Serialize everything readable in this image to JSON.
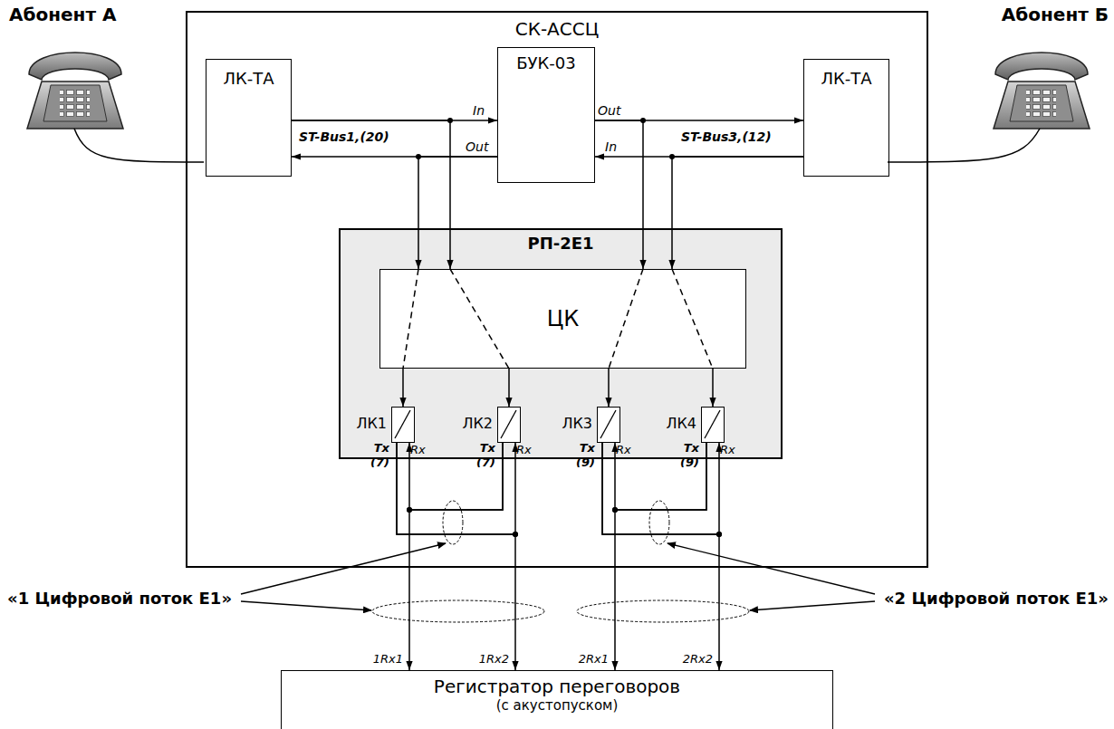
{
  "diagram": {
    "nodes": [
      {
        "text": [
          "СК-АССЦ"
        ]
      },
      {
        "text": [
          "ЛК-ТА"
        ],
        "in": 0
      },
      {
        "text": [
          "БУК-03"
        ],
        "in": 0
      },
      {
        "text": [
          "ЛК-ТА"
        ],
        "in": 0
      },
      {
        "text": [
          "РП-2Е1"
        ],
        "in": 0
      },
      {
        "text": [
          "ЦК"
        ],
        "in": 4
      },
      {
        "text": [
          "ЛК1"
        ],
        "in": 4
      },
      {
        "text": [
          "ЛК2"
        ],
        "in": 4
      },
      {
        "text": [
          "ЛК3"
        ],
        "in": 4
      },
      {
        "text": [
          "ЛК4"
        ],
        "in": 4
      },
      {
        "text": [
          "Регистратор переговоров",
          "(с акустопуском)"
        ]
      }
    ],
    "edges": [
      {
        "from": 1,
        "to": 2,
        "arrow": "to"
      },
      {
        "from": 2,
        "to": 1,
        "arrow": "to"
      },
      {
        "from": 2,
        "to": 3,
        "arrow": "to"
      },
      {
        "from": 3,
        "to": 2,
        "arrow": "to"
      },
      {
        "from": 2,
        "to": 6,
        "arrow": "to"
      },
      {
        "from": 1,
        "to": 7,
        "arrow": "to"
      },
      {
        "from": 2,
        "to": 8,
        "arrow": "to"
      },
      {
        "from": 3,
        "to": 9,
        "arrow": "to"
      },
      {
        "from": 6,
        "to": 7,
        "arrow": "to"
      },
      {
        "from": 6,
        "to": 10,
        "arrow": "to"
      },
      {
        "from": 7,
        "to": 6,
        "arrow": "to"
      },
      {
        "from": 7,
        "to": 10,
        "arrow": "to"
      },
      {
        "from": 8,
        "to": 9,
        "arrow": "to"
      },
      {
        "from": 8,
        "to": 10,
        "arrow": "to"
      },
      {
        "from": 9,
        "to": 8,
        "arrow": "to"
      },
      {
        "from": 9,
        "to": 10,
        "arrow": "to"
      }
    ],
    "labels": [
      "Абонент А",
      "Абонент Б",
      "In",
      "Out",
      "Out",
      "In",
      "ST-Bus1,(20)",
      "ST-Bus3,(12)",
      "Tx",
      "(7)",
      "Rx",
      "Tx",
      "(7)",
      "Rx",
      "Tx",
      "(9)",
      "Rx",
      "Tx",
      "(9)",
      "Rx",
      "1Rx1",
      "1Rx2",
      "2Rx1",
      "2Rx2",
      "«1 Цифровой поток Е1»",
      "«2 Цифровой поток Е1»"
    ]
  }
}
